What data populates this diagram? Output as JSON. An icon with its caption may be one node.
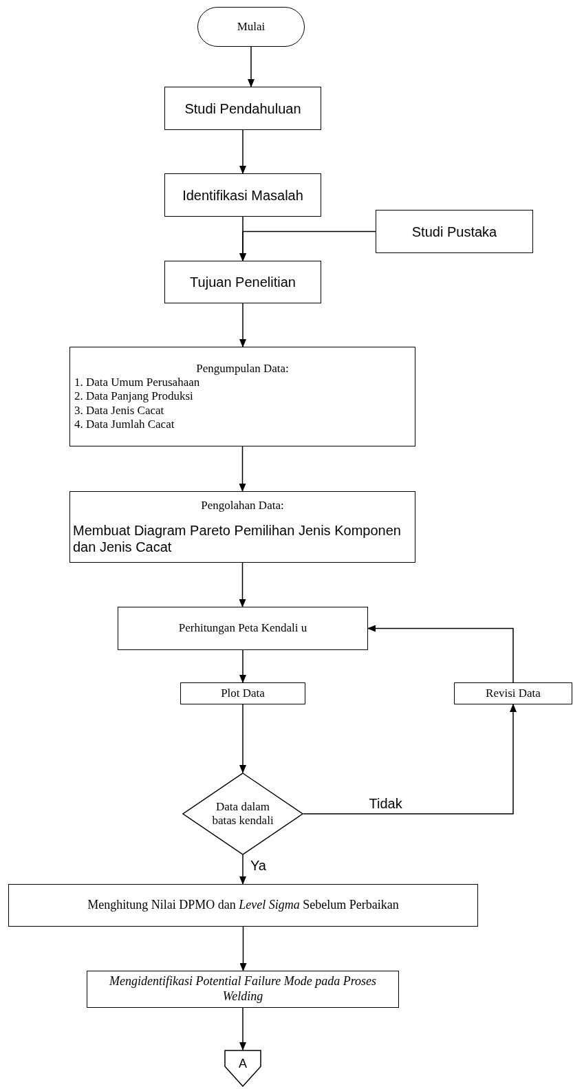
{
  "diagram": {
    "nodes": [
      {
        "text": [
          "Mulai"
        ]
      },
      {
        "text": [
          "Studi Pendahuluan"
        ]
      },
      {
        "text": [
          "Identifikasi Masalah"
        ]
      },
      {
        "text": [
          "Studi Pustaka"
        ]
      },
      {
        "text": [
          "Tujuan Penelitian"
        ]
      },
      {
        "text": [
          "Pengumpulan Data:",
          "1. Data Umum Perusahaan",
          "2. Data Panjang Produksi",
          "3. Data Jenis Cacat",
          "4. Data Jumlah Cacat"
        ]
      },
      {
        "text": [
          "Pengolahan Data:",
          "Membuat Diagram Pareto Pemilihan Jenis Komponen dan Jenis Cacat"
        ]
      },
      {
        "text": [
          "Perhitungan Peta Kendali u"
        ]
      },
      {
        "text": [
          "Plot Data"
        ]
      },
      {
        "text": [
          "Revisi Data"
        ]
      },
      {
        "text": [
          "Data dalam batas kendali"
        ]
      },
      {
        "text": [
          "Menghitung Nilai DPMO dan *Level Sigma* Sebelum Perbaikan"
        ]
      },
      {
        "text": [
          "Mengidentifikasi Potential Failure Mode pada Proses Welding"
        ]
      },
      {
        "text": [
          "A"
        ]
      }
    ],
    "edges": [
      {
        "from": 0,
        "to": 1,
        "arrow": "to"
      },
      {
        "from": 1,
        "to": 2,
        "arrow": "to"
      },
      {
        "from": 3,
        "to": 4,
        "arrow": "to"
      },
      {
        "from": 2,
        "to": 4,
        "arrow": "to"
      },
      {
        "from": 4,
        "to": 5,
        "arrow": "to"
      },
      {
        "from": 5,
        "to": 6,
        "arrow": "to"
      },
      {
        "from": 6,
        "to": 7,
        "arrow": "to"
      },
      {
        "from": 7,
        "to": 8,
        "arrow": "to"
      },
      {
        "from": 8,
        "to": 10,
        "arrow": "to"
      },
      {
        "from": 10,
        "to": 9,
        "arrow": "to",
        "label": "Tidak"
      },
      {
        "from": 9,
        "to": 7,
        "arrow": "to"
      },
      {
        "from": 10,
        "to": 11,
        "arrow": "to",
        "label": "Ya"
      },
      {
        "from": 11,
        "to": 12,
        "arrow": "to"
      },
      {
        "from": 12,
        "to": 13,
        "arrow": "to"
      }
    ]
  }
}
